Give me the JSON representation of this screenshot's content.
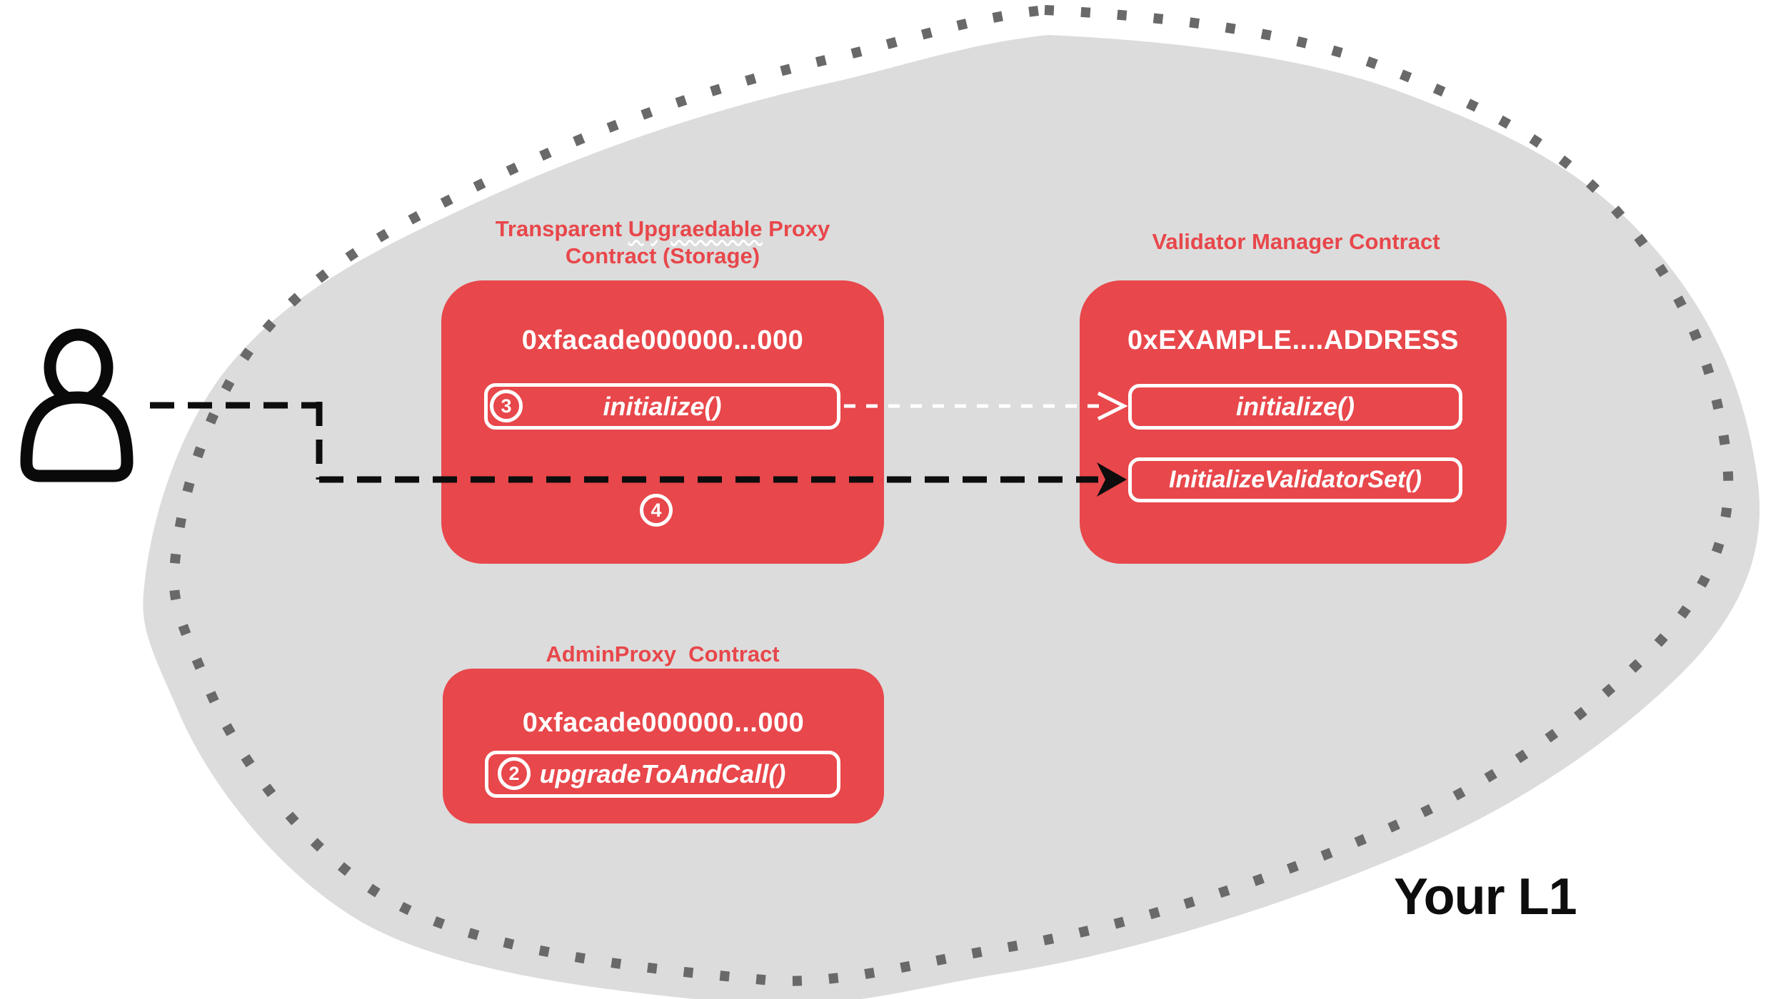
{
  "colors": {
    "brand_red": "#e8474b",
    "blob_fill": "#dcdcdc",
    "blob_dots": "#696969",
    "black": "#0d0d0d",
    "white": "#ffffff"
  },
  "l1": {
    "label": "Your L1"
  },
  "proxy_contract": {
    "title_pre": "Transparent ",
    "title_squiggle_word": "Upgraedable",
    "title_post": " Proxy",
    "title_line2": "Contract (Storage)",
    "address": "0xfacade000000...000",
    "method": "initialize()",
    "step_method_badge": "3",
    "step_box_badge": "4"
  },
  "validator_contract": {
    "title": "Validator Manager Contract",
    "address": "0xEXAMPLE....ADDRESS",
    "method1": "initialize()",
    "method2": "InitializeValidatorSet()"
  },
  "admin_contract": {
    "title": "AdminProxy  Contract",
    "address": "0xfacade000000...000",
    "method": "upgradeToAndCall()",
    "step_method_badge": "2"
  },
  "connections": {
    "user_to_initialize_validator_set": "dashed-black-arrow",
    "proxy_initialize_to_validator_initialize": "dashed-white-arrow"
  }
}
